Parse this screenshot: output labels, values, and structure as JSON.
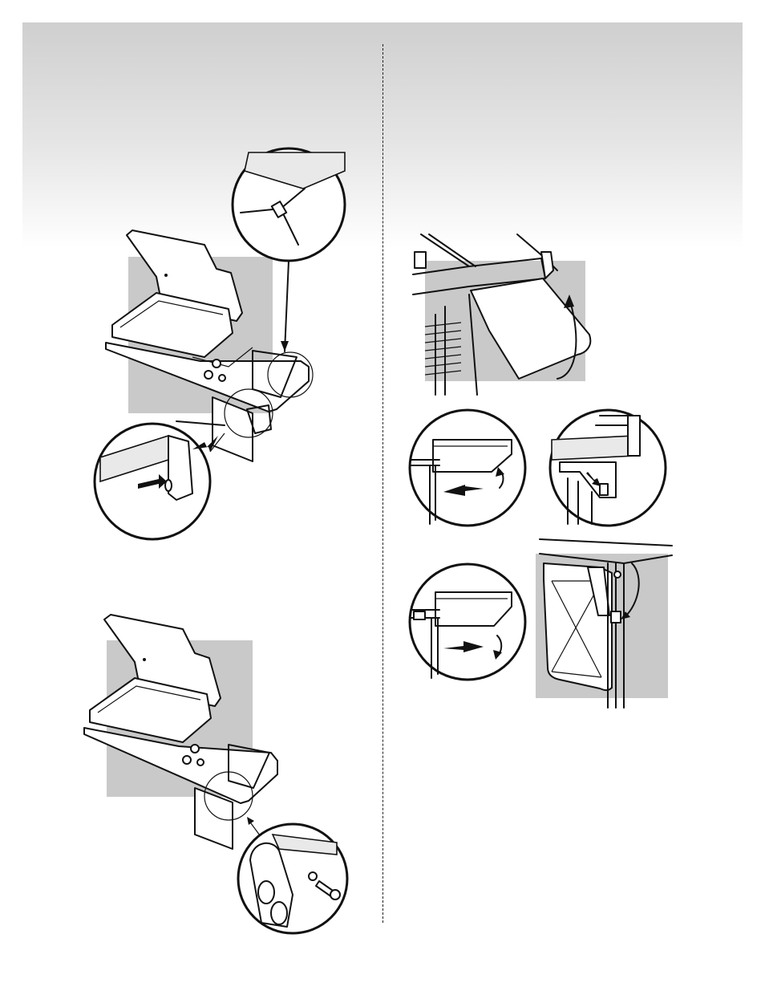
{
  "page": {
    "left_column": {
      "figures": [
        {
          "id": "left-top",
          "icon": "grill-side-shelf-install"
        },
        {
          "id": "left-bottom",
          "icon": "grill-side-shelf-bolt"
        }
      ]
    },
    "right_column": {
      "figures": [
        {
          "id": "right-top",
          "icon": "shelf-fold-up"
        },
        {
          "id": "right-detail-left",
          "icon": "shelf-slide-left"
        },
        {
          "id": "right-detail-right",
          "icon": "bracket-hook"
        },
        {
          "id": "right-detail-slide",
          "icon": "shelf-slide-right"
        },
        {
          "id": "right-folded",
          "icon": "shelf-folded-down"
        }
      ]
    }
  }
}
